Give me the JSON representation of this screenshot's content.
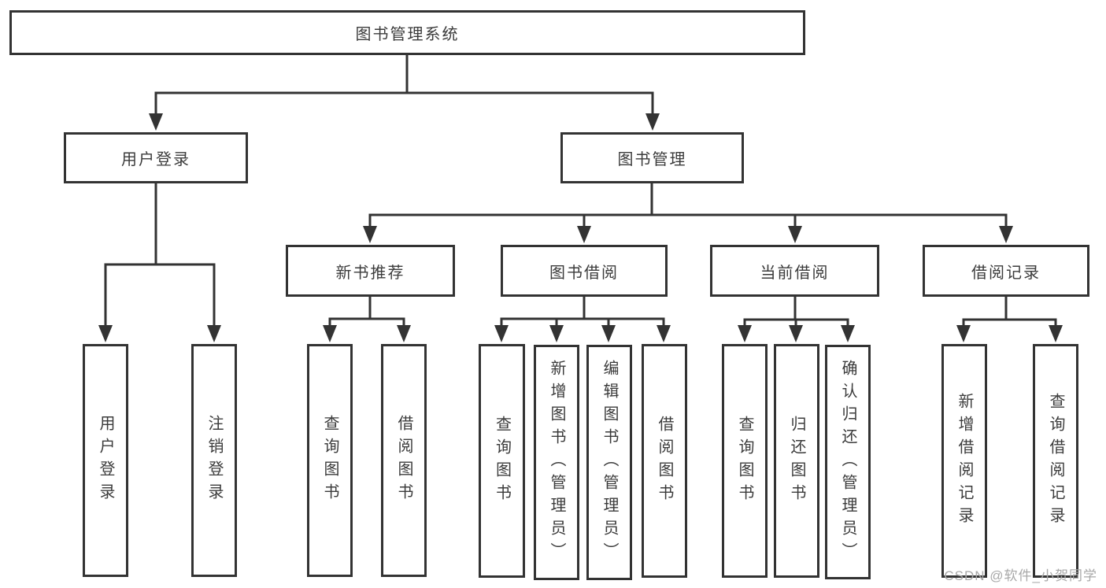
{
  "tree": {
    "root": {
      "label": "图书管理系统",
      "children": [
        {
          "label": "用户登录",
          "children": [
            {
              "label": "用户登录"
            },
            {
              "label": "注销登录"
            }
          ]
        },
        {
          "label": "图书管理",
          "children": [
            {
              "label": "新书推荐",
              "children": [
                {
                  "label": "查询图书"
                },
                {
                  "label": "借阅图书"
                }
              ]
            },
            {
              "label": "图书借阅",
              "children": [
                {
                  "label": "查询图书"
                },
                {
                  "label": "新增图书（管理员）"
                },
                {
                  "label": "编辑图书（管理员）"
                },
                {
                  "label": "借阅图书"
                }
              ]
            },
            {
              "label": "当前借阅",
              "children": [
                {
                  "label": "查询图书"
                },
                {
                  "label": "归还图书"
                },
                {
                  "label": "确认归还（管理员）"
                }
              ]
            },
            {
              "label": "借阅记录",
              "children": [
                {
                  "label": "新增借阅记录"
                },
                {
                  "label": "查询借阅记录"
                }
              ]
            }
          ]
        }
      ]
    }
  },
  "watermark": {
    "text": "CSDN @软件_小贺同学"
  },
  "colors": {
    "line": "#333333",
    "box_border": "#333333",
    "text": "#3b3b3b",
    "watermark": "#a8a8a8",
    "background": "#ffffff"
  }
}
